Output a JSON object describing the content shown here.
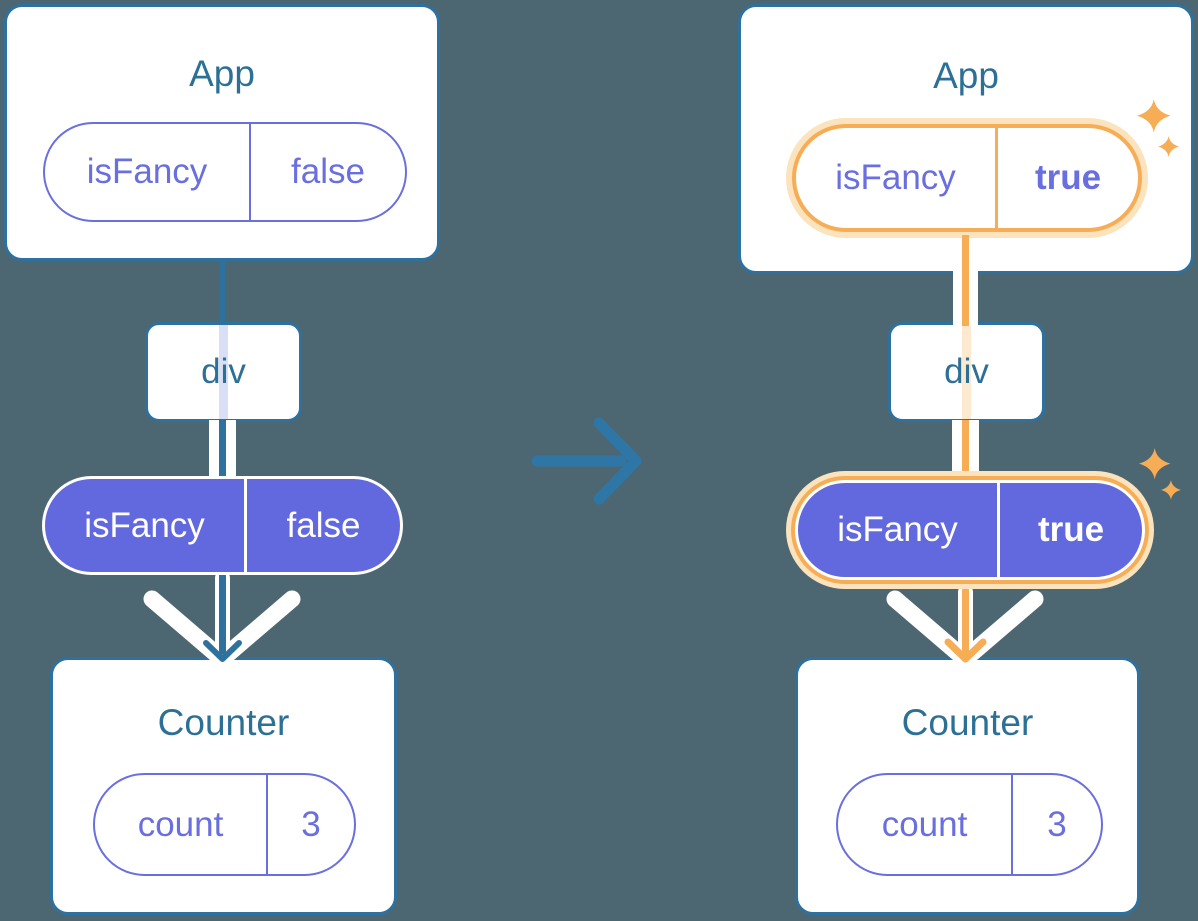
{
  "colors": {
    "background": "#4C6772",
    "card_border": "#2E719E",
    "title_text": "#2D7096",
    "purple": "#6A6FDF",
    "purple_fill": "#6269DE",
    "orange": "#F6AD55",
    "orange_glow": "#FBE3BD",
    "stripe_lavender": "#D9E0F6",
    "stripe_cream": "#FCE9CF",
    "arrow_blue": "#2E76A6",
    "white": "#FFFFFF"
  },
  "left_tree": {
    "app_card": {
      "title": "App",
      "state_pill": {
        "key": "isFancy",
        "value": "false"
      }
    },
    "div_node": {
      "label": "div"
    },
    "prop_pill": {
      "key": "isFancy",
      "value": "false"
    },
    "counter_card": {
      "title": "Counter",
      "state_pill": {
        "key": "count",
        "value": "3"
      }
    }
  },
  "right_tree": {
    "app_card": {
      "title": "App",
      "state_pill": {
        "key": "isFancy",
        "value": "true"
      }
    },
    "div_node": {
      "label": "div"
    },
    "prop_pill": {
      "key": "isFancy",
      "value": "true"
    },
    "counter_card": {
      "title": "Counter",
      "state_pill": {
        "key": "count",
        "value": "3"
      }
    }
  },
  "icons": {
    "transition_arrow": "right-arrow",
    "sparkles": "four-point-stars"
  }
}
